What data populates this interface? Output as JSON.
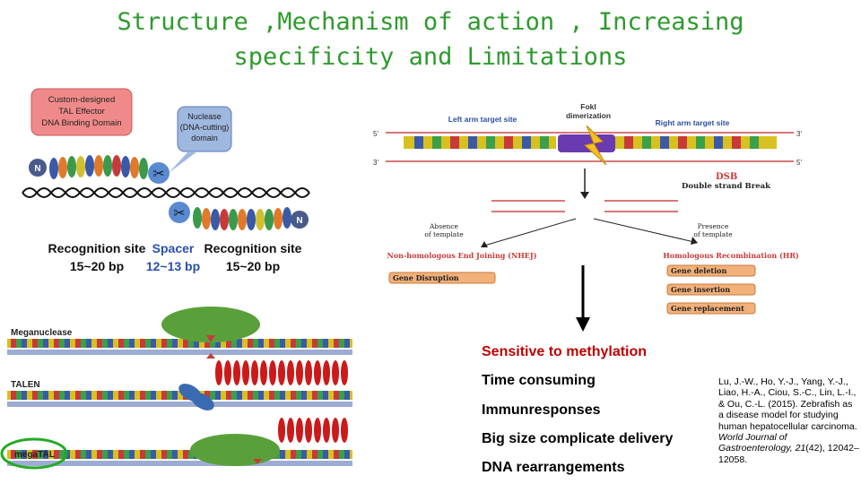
{
  "title": {
    "line1": "Structure ,Mechanism of action , Increasing",
    "line2": "specificity and Limitations"
  },
  "talen_diagram": {
    "tal_effector": [
      "Custom-designed",
      "TAL Effector",
      "DNA Binding Domain"
    ],
    "nuclease": [
      "Nuclease",
      "(DNA-cutting)",
      "domain"
    ],
    "n_terminus": "N",
    "recognition_site_label": "Recognition site",
    "spacer_label": "Spacer",
    "recognition_bp": "15~20 bp",
    "spacer_bp": "12~13 bp"
  },
  "repair_diagram": {
    "left_arm": "Left arm target site",
    "foki": [
      "FokI",
      "dimerization"
    ],
    "right_arm": "Right arm target site",
    "five_prime": "5'",
    "three_prime": "3'",
    "dsb": "DSB",
    "dsb_full": "Double strand Break",
    "absence": [
      "Absence",
      "of template"
    ],
    "presence": [
      "Presence",
      "of template"
    ],
    "nhej": "Non-homologous End Joining (NHEJ)",
    "hr": "Homologous Recombination (HR)",
    "gene_disruption": "Gene Disruption",
    "hr_outcomes": [
      "Gene deletion",
      "Gene insertion",
      "Gene replacement"
    ]
  },
  "nuclease_comparison": {
    "meganuclease": "Meganuclease",
    "talen": "TALEN",
    "megatal": "megaTAL"
  },
  "limitations": [
    "Sensitive to methylation",
    "Time consuming",
    "Immunresponses",
    "Big size complicate delivery",
    "DNA rearrangements"
  ],
  "citation": {
    "authors": "Lu, J.-W., Ho, Y.-J., Yang, Y.-J., Liao, H.-A., Ciou, S.-C., Lin, L.-I., & Ou, C.-L. (2015). Zebrafish as a disease model for studying human hepatocellular carcinoma.",
    "journal": "World Journal of Gastroenterology, 21",
    "issue_pages": "(42), 12042–12058."
  },
  "colors": {
    "title": "#2e9a2e",
    "limitation_highlight": "#c00000",
    "megatal_circle": "#22aa22",
    "protein_green": "#5aa03a",
    "red_repeat": "#cc1a1a"
  }
}
